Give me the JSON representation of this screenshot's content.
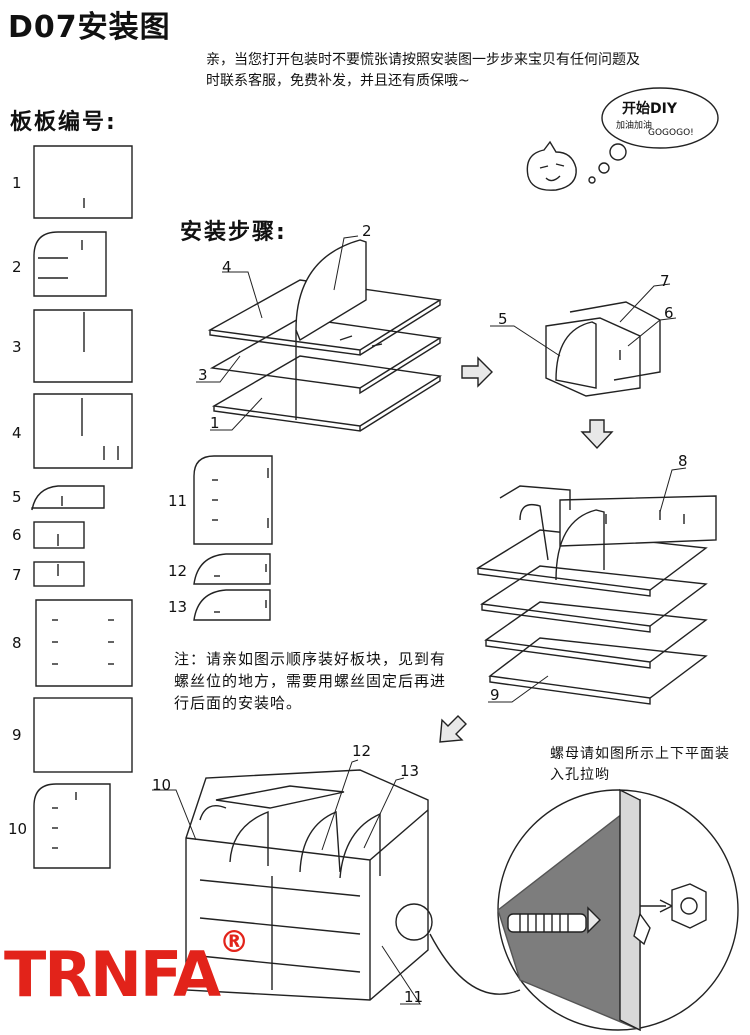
{
  "title": "D07安装图",
  "notice": "亲，当您打开包装时不要慌张请按照安装图一步步来宝贝有任何问题及时联系客服，免费补发，并且还有质保哦~",
  "bubble": {
    "main": "开始DIY",
    "sub1": "加油加油",
    "sub2": "GOGOGO!"
  },
  "board_heading": "板板编号:",
  "board_numbers": [
    "1",
    "2",
    "3",
    "4",
    "5",
    "6",
    "7",
    "8",
    "9",
    "10"
  ],
  "steps_heading": "安装步骤:",
  "step_labels": [
    "2",
    "4",
    "3",
    "1",
    "5",
    "7",
    "6",
    "8",
    "9",
    "11",
    "12",
    "13",
    "10",
    "12",
    "13",
    "11"
  ],
  "note": "注：请亲如图示顺序装好板块，见到有螺丝位的地方，需要用螺丝固定后再进行后面的安装哈。",
  "nut_note": "螺母请如图所示上下平面装入孔拉哟",
  "brand": {
    "name": "TRNFA",
    "mark": "®",
    "color": "#e2231a"
  }
}
